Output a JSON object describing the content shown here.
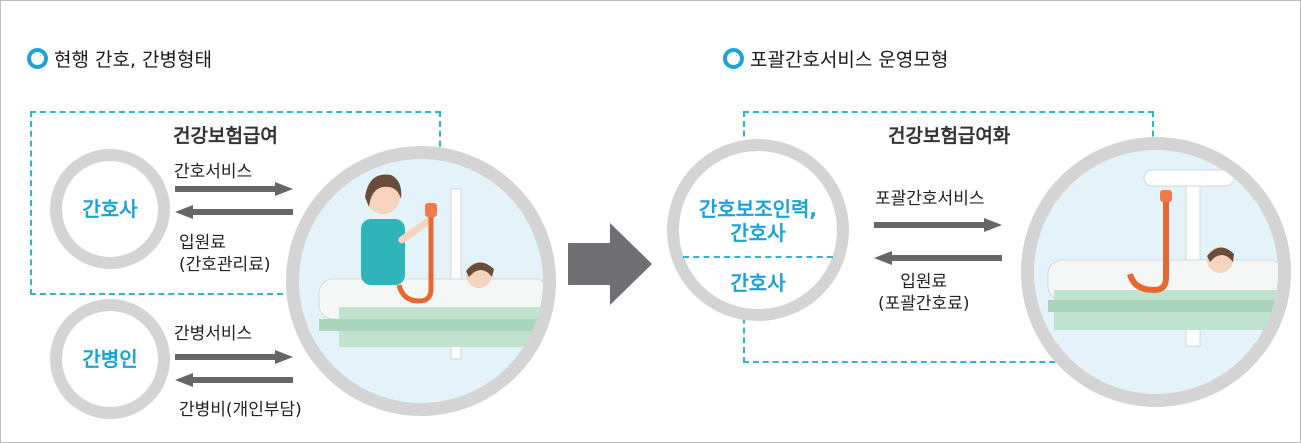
{
  "left": {
    "heading": "현행 간호, 간병형태",
    "box_title": "건강보험급여",
    "nurse_label": "간호사",
    "caregiver_label": "간병인",
    "arrow_service": "간호서비스",
    "arrow_fee_line1": "입원료",
    "arrow_fee_line2": "(간호관리료)",
    "caregiver_service": "간병서비스",
    "caregiver_fee": "간병비(개인부담)"
  },
  "right": {
    "heading": "포괄간호서비스 운영모형",
    "box_title": "건강보험급여화",
    "assist_label_line1": "간호보조인력,",
    "assist_label_line2": "간호사",
    "nurse_label": "간호사",
    "arrow_service": "포괄간호서비스",
    "arrow_fee_line1": "입원료",
    "arrow_fee_line2": "(포괄간호료)"
  },
  "colors": {
    "accent": "#1aa3d8",
    "dash": "#2cb6cf",
    "ring": "#d4d4d4",
    "arrow": "#666666",
    "big_arrow": "#6e6e73"
  },
  "icons": {
    "heading_marker": "ring-bullet-icon",
    "flow_arrow": "right-arrow-icon",
    "return_arrow": "left-arrow-icon",
    "transition": "big-right-arrow-icon"
  }
}
